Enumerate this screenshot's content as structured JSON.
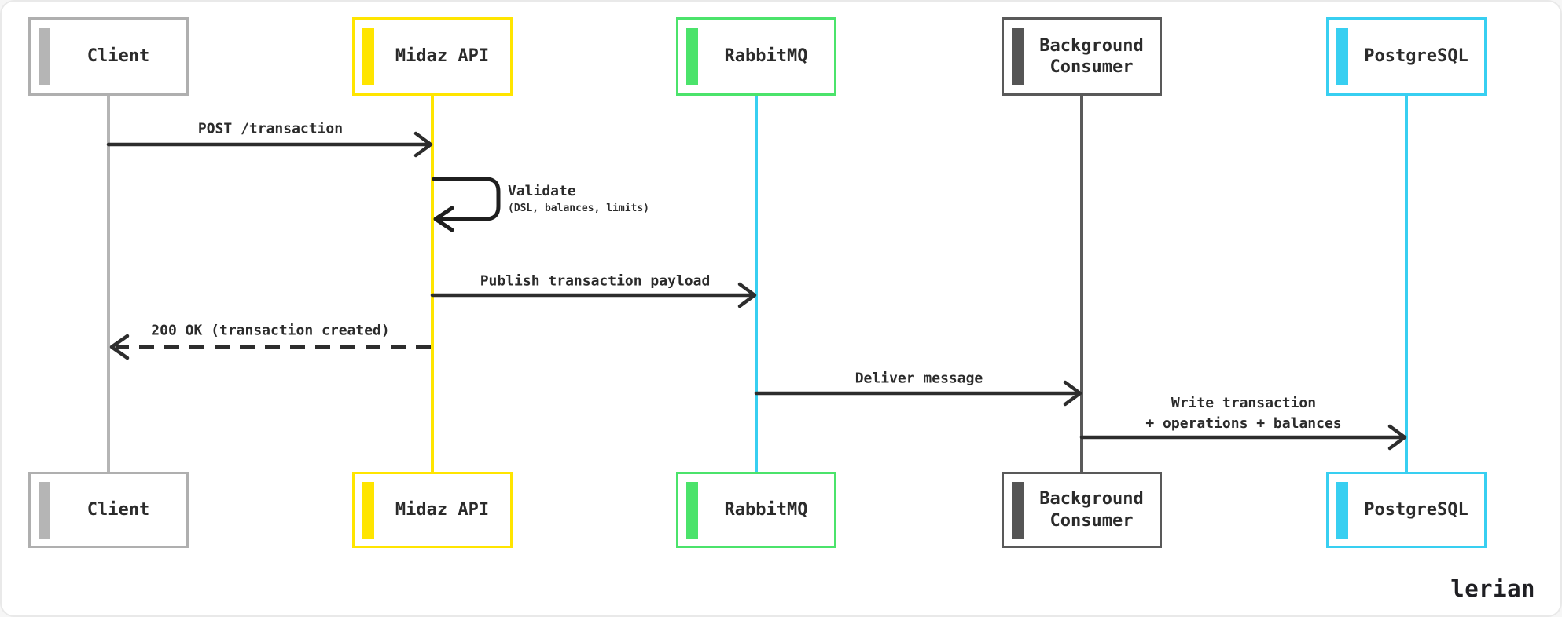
{
  "diagram": {
    "type": "sequence",
    "participants": [
      {
        "id": "client",
        "label": "Client",
        "box_color": "#afafaf",
        "accent_color": "#b5b5b5",
        "lifeline_color": "#b5b5b5"
      },
      {
        "id": "midaz-api",
        "label": "Midaz API",
        "box_color": "#ffe500",
        "accent_color": "#ffe500",
        "lifeline_color": "#ffe500"
      },
      {
        "id": "rabbitmq",
        "label": "RabbitMQ",
        "box_color": "#4be36b",
        "accent_color": "#4be36b",
        "lifeline_color": "#38cff1"
      },
      {
        "id": "background-consumer",
        "label": "Background Consumer",
        "box_color": "#595959",
        "accent_color": "#555555",
        "lifeline_color": "#5a5a5a"
      },
      {
        "id": "postgresql",
        "label": "PostgreSQL",
        "box_color": "#38cff1",
        "accent_color": "#38cff1",
        "lifeline_color": "#38cff1"
      }
    ],
    "messages": [
      {
        "label": "POST /transaction",
        "from": "Client",
        "to": "Midaz API",
        "style": "solid"
      },
      {
        "label": "Validate",
        "sublabel": "(DSL, balances, limits)",
        "from": "Midaz API",
        "to": "Midaz API",
        "style": "self-loop"
      },
      {
        "label": "Publish transaction payload",
        "from": "Midaz API",
        "to": "RabbitMQ",
        "style": "solid"
      },
      {
        "label": "200 OK (transaction created)",
        "from": "Midaz API",
        "to": "Client",
        "style": "dashed"
      },
      {
        "label": "Deliver message",
        "from": "RabbitMQ",
        "to": "Background Consumer",
        "style": "solid"
      },
      {
        "label": "Write transaction",
        "label_line2": "+ operations + balances",
        "from": "Background Consumer",
        "to": "PostgreSQL",
        "style": "solid"
      }
    ],
    "arrow_color": "#2d2d2d"
  },
  "footer": {
    "logo": "lerian"
  }
}
